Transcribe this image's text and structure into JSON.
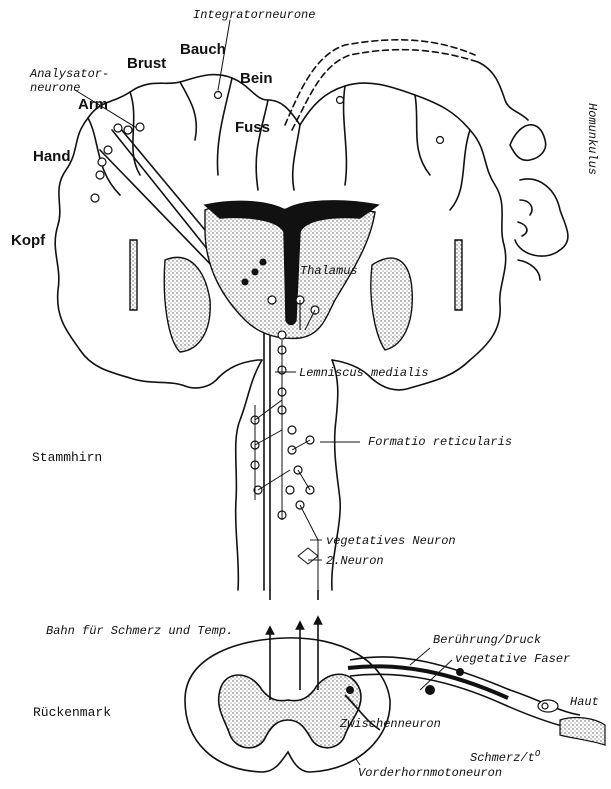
{
  "colors": {
    "ink": "#111111",
    "paper": "#ffffff",
    "stipple": "#555555"
  },
  "labels": {
    "integrator": "Integratorneurone",
    "analysator_1": "Analysator-",
    "analysator_2": "neurone",
    "bauch": "Bauch",
    "brust": "Brust",
    "bein": "Bein",
    "arm": "Arm",
    "hand": "Hand",
    "fuss": "Fuss",
    "kopf": "Kopf",
    "homunkulus": "Homunkulus",
    "thalamus": "Thalamus",
    "lemniscus": "Lemniscus medialis",
    "formatio": "Formatio reticularis",
    "stammhirn": "Stammhirn",
    "vegetatives_neuron": "vegetatives Neuron",
    "neuron2": "2.Neuron",
    "bahn": "Bahn für Schmerz und Temp.",
    "beruehrung": "Berührung/Druck",
    "vegetative_faser": "vegetative Faser",
    "haut": "Haut",
    "rueckenmark": "Rückenmark",
    "zwischenneuron": "Zwischenneuron",
    "schmerz": "Schmerz/t",
    "schmerz_sup": "O",
    "vorderhorn": "Vorderhornmotoneuron"
  }
}
